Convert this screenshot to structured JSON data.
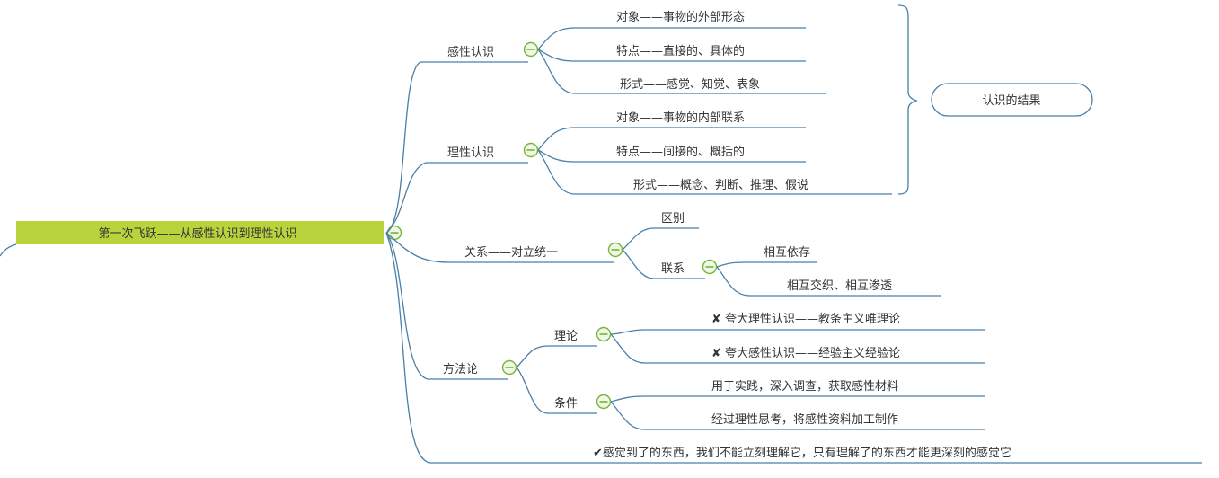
{
  "root": {
    "label": "第一次飞跃——从感性认识到理性认识"
  },
  "branches": {
    "perceptual": {
      "label": "感性认识",
      "items": [
        "对象——事物的外部形态",
        "特点——直接的、具体的",
        "形式——感觉、知觉、表象"
      ]
    },
    "rational": {
      "label": "理性认识",
      "items": [
        "对象——事物的内部联系",
        "特点——间接的、概括的",
        "形式——概念、判断、推理、假说"
      ]
    },
    "relation": {
      "label": "关系——对立统一",
      "difference": "区别",
      "link": {
        "label": "联系",
        "items": [
          "相互依存",
          "相互交织、相互渗透"
        ]
      }
    },
    "method": {
      "label": "方法论",
      "theory": {
        "label": "理论",
        "items": [
          "夸大理性认识——教条主义唯理论",
          "夸大感性认识——经验主义经验论"
        ]
      },
      "conditions": {
        "label": "条件",
        "items": [
          "用于实践，深入调查，获取感性材料",
          "经过理性思考，将感性资料加工制作"
        ]
      }
    },
    "quote": "感觉到了的东西，我们不能立刻理解它，只有理解了的东西才能更深刻的感觉它"
  },
  "summary": {
    "label": "认识的结果"
  },
  "icons": {
    "wrong": "✘",
    "right": "✔",
    "collapse": "collapse-minus-icon"
  },
  "colors": {
    "root_fill": "#b9d33c",
    "edge": "#4a7fa8",
    "collapse": "#79b43a"
  }
}
